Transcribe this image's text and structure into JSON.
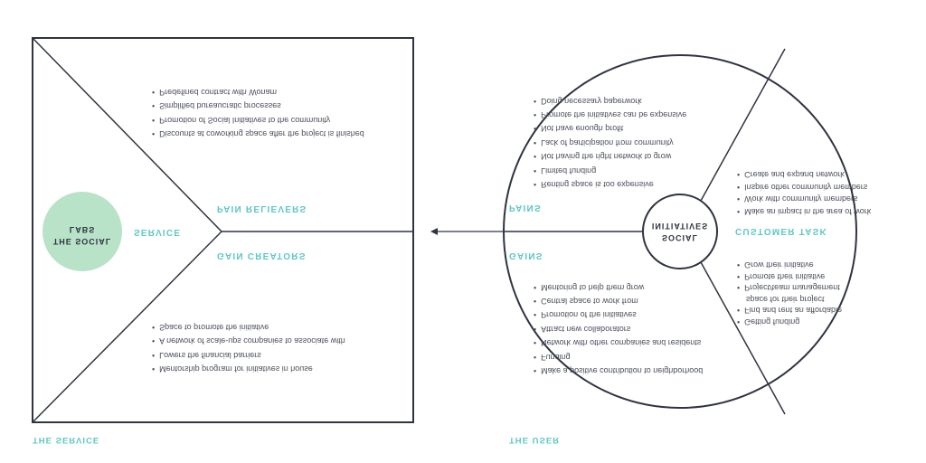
{
  "colors": {
    "teal": "#5fc8c2",
    "green_circle": "#b9e3c9",
    "line": "#2f3440"
  },
  "mirrored_vertically": true,
  "service": {
    "footer": "THE SERVICE",
    "circle_label_line1": "THE SOCIAL",
    "circle_label_line2": "LABS",
    "service_label": "SERVICE",
    "pain_relievers": {
      "title": "PAIN RELIEVERS",
      "items": [
        "Discounts at coworking space after the project is finished",
        "Promotion of Social Initiatives to the community",
        "Simplified bureaucratic processes",
        "Predefined contract with Wonam"
      ]
    },
    "gain_creators": {
      "title": "GAIN CREATORS",
      "items": [
        "Mentorship program for initiatives in house",
        "Lowers the financial barriers",
        "A network of scale-ups companies to associate with",
        "Space to promote the initiative"
      ]
    }
  },
  "user": {
    "footer": "THE USER",
    "center_line1": "SOCIAL",
    "center_line2": "INITIATIVES",
    "pains": {
      "title": "PAINS",
      "items": [
        "Doing necessary paperwork",
        "Promote the initiatives can be expensive",
        "Not have enough profit",
        "Lack of participation from community",
        "Not having the right network to grow",
        "Limited funding",
        "Renting space is too expensive"
      ]
    },
    "gains": {
      "title": "GAINS",
      "items": [
        "Mentoring to help them grow",
        "Central space to work from",
        "Promotion of the initiatives",
        "Attract new collaborators",
        "Network with other companies and residents",
        "Funding",
        "Make a positive contribution to neighborhood"
      ]
    },
    "customer_task": {
      "title": "CUSTOMER TASK",
      "items_top": [
        "Create and expand network",
        "Inspire other community members",
        "Work with community members",
        "Make an impact in the area of work"
      ],
      "items_bottom": [
        "Grow their initiative",
        "Promote their initiative",
        "Project/team management",
        "space for their project",
        "Find and rent an affordable",
        "Getting funding"
      ]
    }
  }
}
